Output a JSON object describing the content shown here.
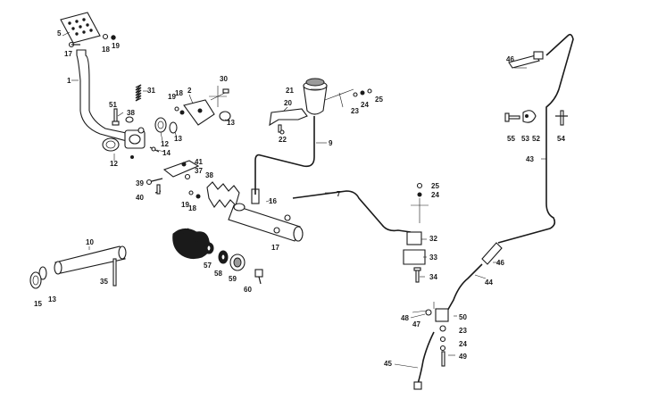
{
  "diagram": {
    "callouts": {
      "c1": "1",
      "c2": "2",
      "c5": "5",
      "c7": "7",
      "c9": "9",
      "c10": "10",
      "c12a": "12",
      "c12b": "12",
      "c13a": "13",
      "c13b": "13",
      "c13c": "13",
      "c14": "14",
      "c15": "15",
      "c16": "16",
      "c17a": "17",
      "c17b": "17",
      "c18a": "18",
      "c18b": "18",
      "c18c": "18",
      "c19a": "19",
      "c19b": "19",
      "c19c": "19",
      "c20": "20",
      "c21": "21",
      "c22": "22",
      "c23a": "23",
      "c23b": "23",
      "c24a": "24",
      "c24b": "24",
      "c24c": "24",
      "c25a": "25",
      "c25b": "25",
      "c30": "30",
      "c31": "31",
      "c32": "32",
      "c33": "33",
      "c34": "34",
      "c35": "35",
      "c37": "37",
      "c38a": "38",
      "c38b": "38",
      "c39": "39",
      "c40": "40",
      "c41": "41",
      "c43": "43",
      "c44": "44",
      "c45": "45",
      "c46a": "46",
      "c46b": "46",
      "c47": "47",
      "c48": "48",
      "c49": "49",
      "c50": "50",
      "c51": "51",
      "c52": "52",
      "c53": "53",
      "c54": "54",
      "c55": "55",
      "c56": "56",
      "c57": "57",
      "c58": "58",
      "c59": "59",
      "c60": "60"
    }
  }
}
